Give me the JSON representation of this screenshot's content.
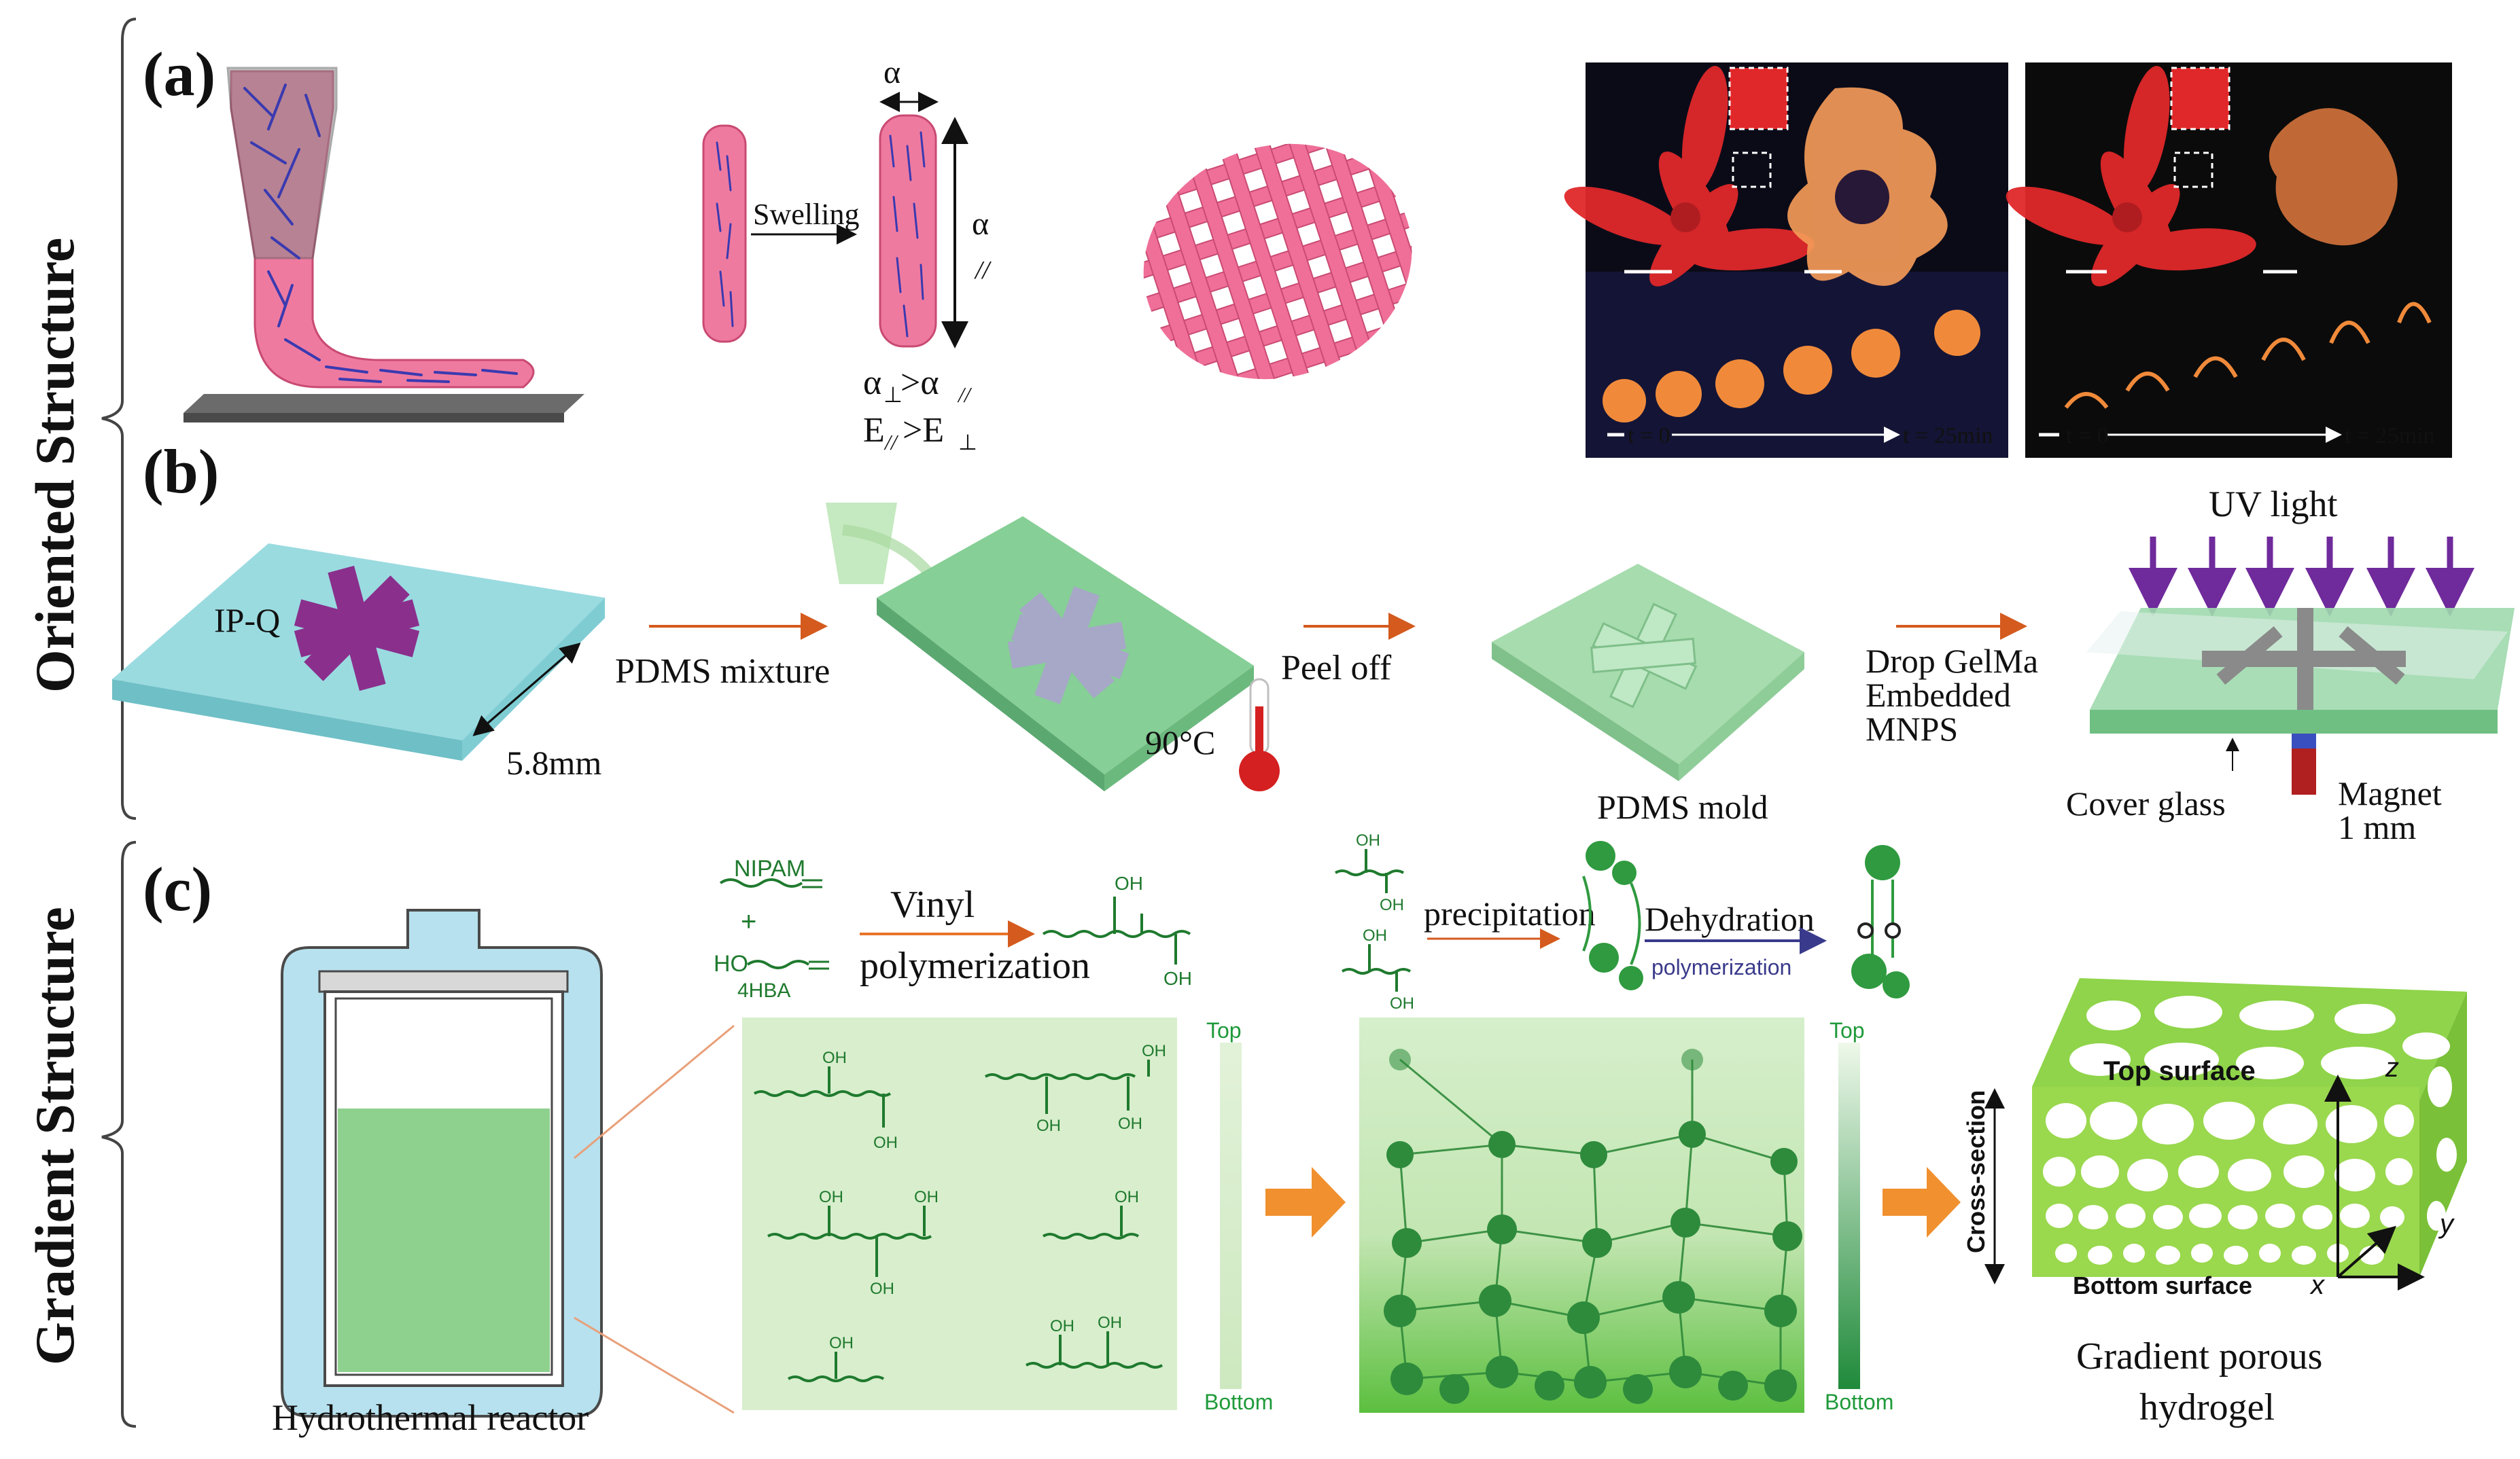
{
  "side_labels": {
    "oriented": "Oriented Structure",
    "gradient": "Gradient Structure"
  },
  "panel_a": {
    "label": "(a)",
    "swelling": "Swelling",
    "alpha": "α",
    "alpha_par_label": "α",
    "par_mark": "//",
    "rel1_left": "α",
    "rel1_sub_left": "⊥",
    "rel1_mid": ">α",
    "rel1_sub_right": "//",
    "rel2_left": "E",
    "rel2_sub_left": "//",
    "rel2_mid": ">E",
    "rel2_sub_right": "⊥",
    "photo1_t0": "t = 0",
    "photo1_t1": "t = 25min",
    "photo2_t0": "t = 0",
    "photo2_t1": "t = 25min"
  },
  "panel_b": {
    "label": "(b)",
    "ipq": "IP-Q",
    "dim": "5.8mm",
    "pdms_mixture": "PDMS mixture",
    "temp": "90°C",
    "peel_off": "Peel off",
    "pdms_mold": "PDMS mold",
    "drop_line1": "Drop GelMa",
    "drop_line2": "Embedded",
    "drop_line3": "MNPS",
    "uv": "UV light",
    "cover_glass": "Cover glass",
    "magnet1": "Magnet",
    "magnet2": "1 mm"
  },
  "panel_c": {
    "label": "(c)",
    "nipam": "NIPAM",
    "plus": "+",
    "ho": "HO",
    "hba": "4HBA",
    "vinyl": "Vinyl",
    "polymerization": "polymerization",
    "precipitation": "precipitation",
    "dehydration": "Dehydration",
    "dehyd_poly": "polymerization",
    "oh": "OH",
    "top": "Top",
    "bottom": "Bottom",
    "reactor": "Hydrothermal reactor",
    "top_surface": "Top surface",
    "cross_section": "Cross-section",
    "bottom_surface": "Bottom surface",
    "ax_z": "z",
    "ax_y": "y",
    "ax_x": "x",
    "porous1": "Gradient porous",
    "porous2": "hydrogel"
  },
  "colors": {
    "pink": "#e8507a",
    "purple": "#8a2f8c",
    "cyan": "#8fd6dc",
    "green_light": "#c9e9b8",
    "green_dark": "#1f7a2e",
    "orange": "#e8742a",
    "arrow_purple": "#6f2a9b"
  }
}
